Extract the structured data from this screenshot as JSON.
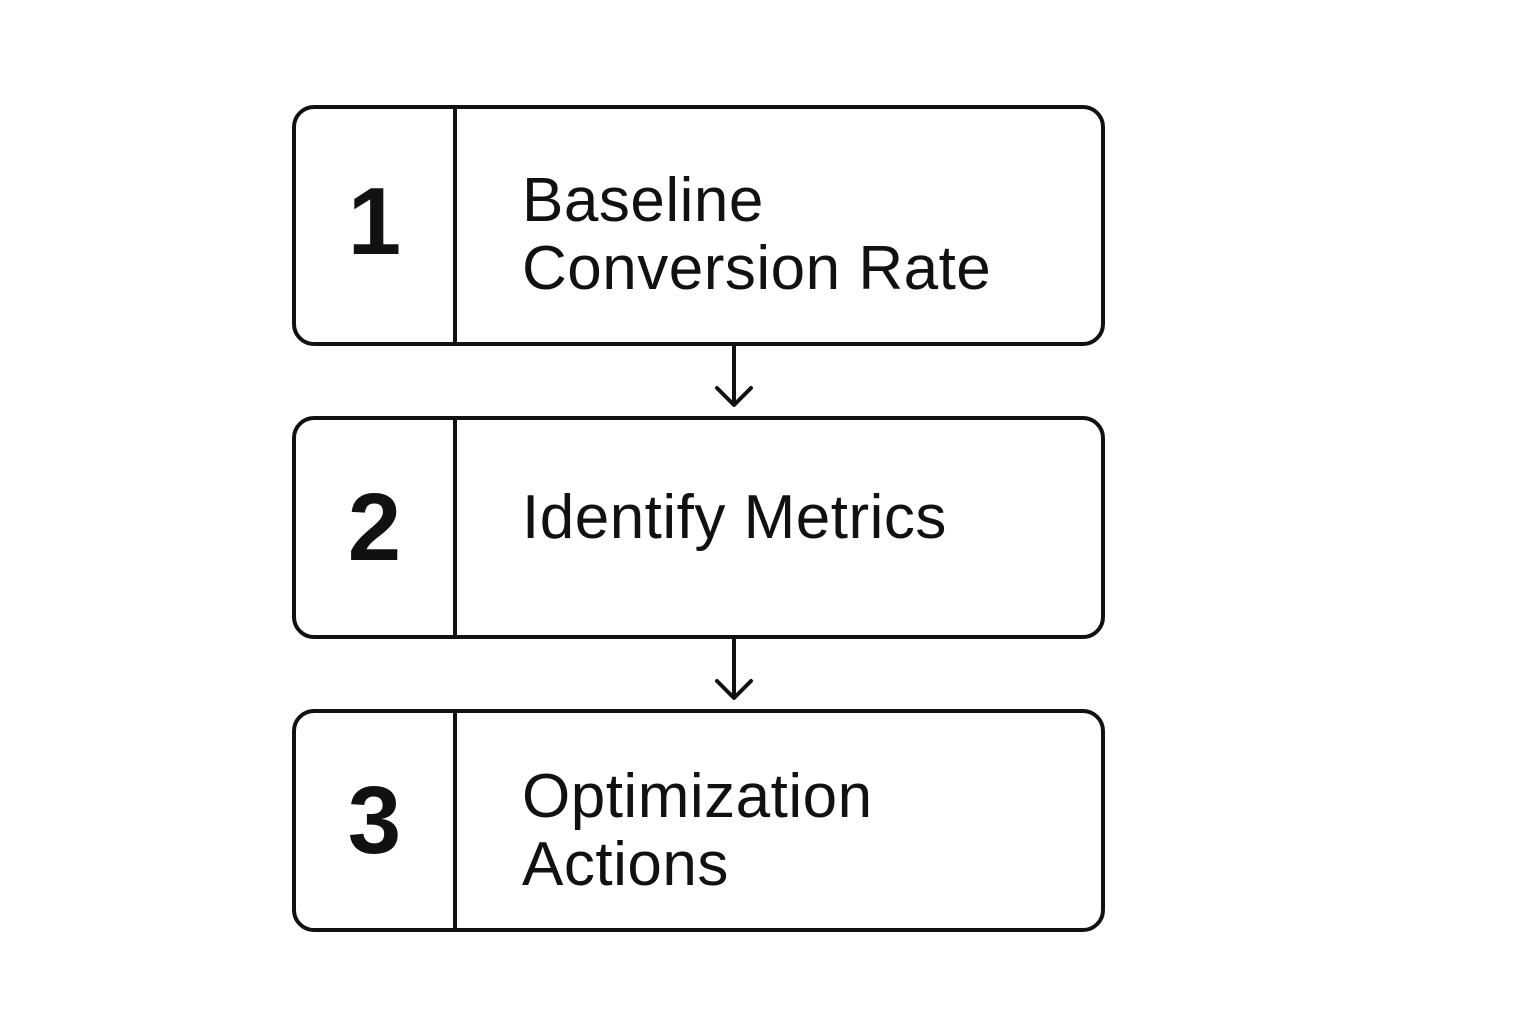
{
  "steps": [
    {
      "number": "1",
      "label_lines": [
        "Baseline",
        "Conversion Rate"
      ]
    },
    {
      "number": "2",
      "label_lines": [
        "Identify Metrics"
      ]
    },
    {
      "number": "3",
      "label_lines": [
        "Optimization",
        "Actions"
      ]
    }
  ],
  "colors": {
    "stroke": "#111111",
    "text": "#111111",
    "background": "#ffffff"
  },
  "icons": {
    "connector": "arrow-down-icon"
  }
}
